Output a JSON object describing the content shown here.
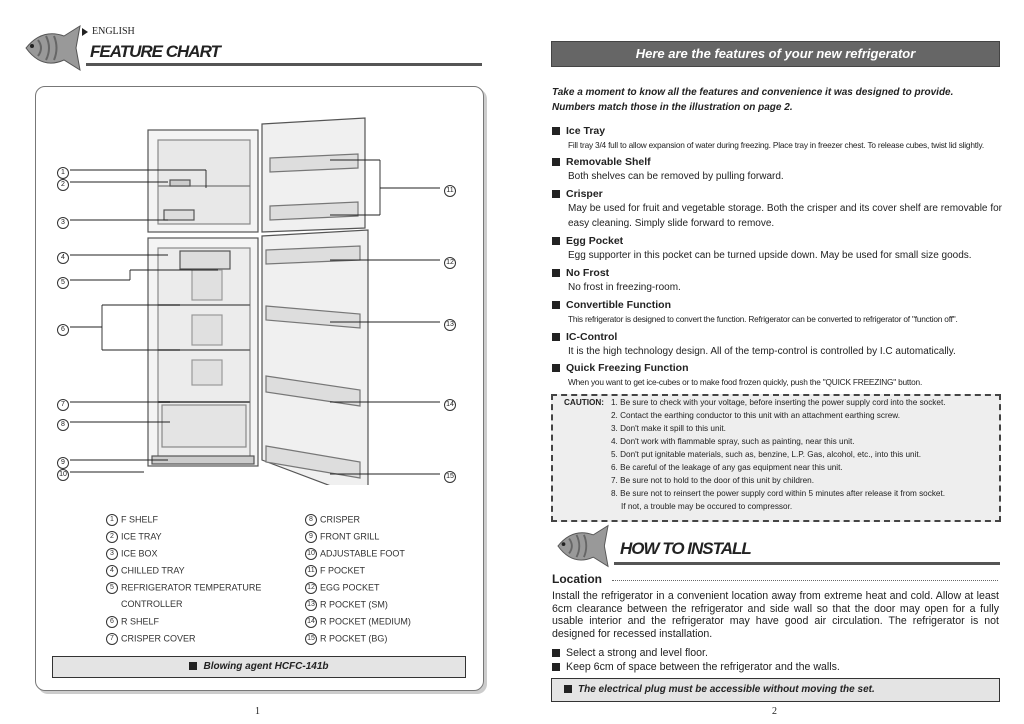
{
  "language_label": "ENGLISH",
  "left": {
    "title": "FEATURE CHART",
    "callouts": [
      "1",
      "2",
      "3",
      "4",
      "5",
      "6",
      "7",
      "8",
      "9",
      "10",
      "11",
      "12",
      "13",
      "14",
      "15"
    ],
    "legend_left": [
      {
        "n": "1",
        "text": "F SHELF"
      },
      {
        "n": "2",
        "text": "ICE TRAY"
      },
      {
        "n": "3",
        "text": "ICE BOX"
      },
      {
        "n": "4",
        "text": "CHILLED TRAY"
      },
      {
        "n": "5",
        "text": "REFRIGERATOR TEMPERATURE"
      },
      {
        "n": "",
        "text": "CONTROLLER"
      },
      {
        "n": "6",
        "text": "R SHELF"
      },
      {
        "n": "7",
        "text": "CRISPER COVER"
      }
    ],
    "legend_right": [
      {
        "n": "8",
        "text": "CRISPER"
      },
      {
        "n": "9",
        "text": "FRONT GRILL"
      },
      {
        "n": "10",
        "text": "ADJUSTABLE FOOT"
      },
      {
        "n": "11",
        "text": "F POCKET"
      },
      {
        "n": "12",
        "text": "EGG POCKET"
      },
      {
        "n": "13",
        "text": "R POCKET (SM)"
      },
      {
        "n": "14",
        "text": "R POCKET (MEDIUM)"
      },
      {
        "n": "15",
        "text": "R POCKET (BG)"
      }
    ],
    "blowing_agent": "Blowing agent HCFC-141b",
    "page_number": "1"
  },
  "right": {
    "banner": "Here are the features of your new refrigerator",
    "intro_1": "Take a moment to know all the features and convenience it was designed to provide.",
    "intro_2": "Numbers match those in the illustration on page 2.",
    "features": [
      {
        "title": "Ice Tray",
        "desc": "Fill tray 3/4 full to allow expansion of water during freezing. Place tray in freezer chest. To release cubes, twist lid slightly."
      },
      {
        "title": "Removable Shelf",
        "desc": "Both shelves can be removed by pulling forward."
      },
      {
        "title": "Crisper",
        "desc": "May be used for fruit and vegetable storage. Both the crisper and its cover shelf are removable for easy cleaning. Simply slide forward to remove."
      },
      {
        "title": "Egg Pocket",
        "desc": "Egg supporter in this pocket can be turned upside down. May be used for small size goods."
      },
      {
        "title": "No Frost",
        "desc": "No frost in freezing-room."
      },
      {
        "title": "Convertible Function",
        "desc": "This refrigerator is designed to convert the function. Refrigerator can be converted to refrigerator of \"function off\"."
      },
      {
        "title": "IC-Control",
        "desc": "It is the high technology design. All of the temp-control is controlled by I.C automatically."
      },
      {
        "title": "Quick Freezing Function",
        "desc": "When you want to get ice-cubes or to make food frozen quickly, push the \"QUICK FREEZING\" button."
      }
    ],
    "caution_label": "CAUTION:",
    "caution_items": [
      "1. Be sure to check with your voltage, before inserting the power supply cord into the socket.",
      "2. Contact the earthing conductor to this unit with an attachment earthing screw.",
      "3. Don't make it spill to this unit.",
      "4. Don't work with flammable spray, such as painting, near this unit.",
      "5. Don't put ignitable materials, such as, benzine, L.P. Gas, alcohol, etc., into this unit.",
      "6. Be careful of the leakage of any gas equipment near this unit.",
      "7. Be sure not to hold to the door of this unit by children.",
      "8. Be sure not to reinsert the power supply cord within 5 minutes after release it from socket.",
      "If not, a trouble may be occured to compressor."
    ],
    "howto_title": "HOW TO INSTALL",
    "location_title": "Location",
    "location_text": "Install the refrigerator in a convenient location away from extreme heat and cold. Allow at least 6cm clearance between the refrigerator and side wall so that the door may open for a fully usable interior and the refrigerator may have good air circulation. The refrigerator is not designed for recessed installation.",
    "bullets": [
      "Select a strong and level floor.",
      "Keep 6cm of space between the refrigerator and the walls."
    ],
    "plug_note": "The electrical plug must be accessible without moving the set.",
    "page_number": "2"
  }
}
